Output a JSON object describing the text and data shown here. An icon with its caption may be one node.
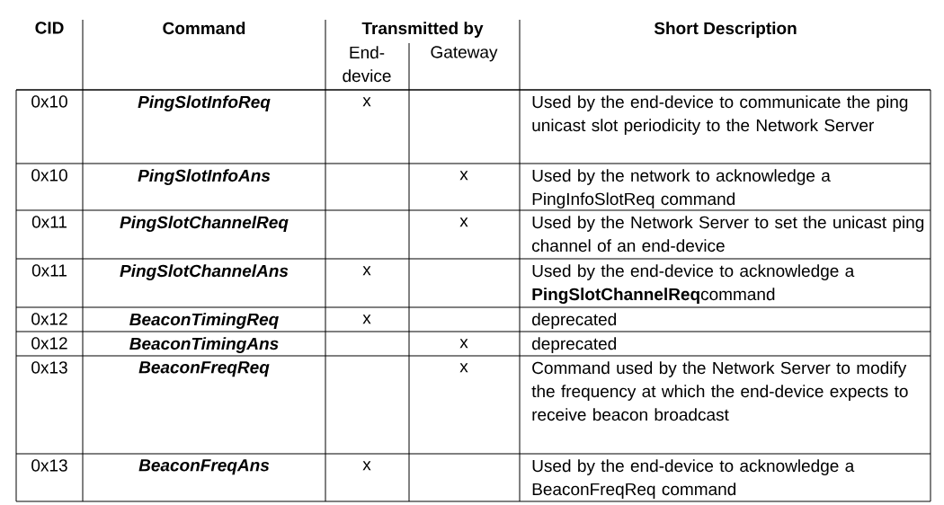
{
  "diagram": {
    "labels": [
      "CID",
      "Command",
      "Transmitted by",
      "End-device",
      "Gateway",
      "Short Description",
      "0x10",
      "PingSlotInfoReq",
      "x",
      "Used by the end-device to communicate the ping unicast slot periodicity to the Network Server",
      "0x10",
      "PingSlotInfoAns",
      "x",
      "Used by the network to acknowledge a PingInfoSlotReq command",
      "0x11",
      "PingSlotChannelReq",
      "x",
      "Used by the Network Server to set the unicast ping channel of an end-device",
      "0x11",
      "PingSlotChannelAns",
      "x",
      "Used by the end-device to acknowledge a **PingSlotChannelReq**command",
      "0x12",
      "BeaconTimingReq",
      "x",
      "deprecated",
      "0x12",
      "BeaconTimingAns",
      "x",
      "deprecated",
      "0x13",
      "BeaconFreqReq",
      "x",
      "Command used by the Network Server to modify the frequency at which the end-device expects to receive beacon broadcast",
      "0x13",
      "BeaconFreqAns",
      "x",
      "Used by the end-device to acknowledge a BeaconFreqReq command"
    ]
  }
}
